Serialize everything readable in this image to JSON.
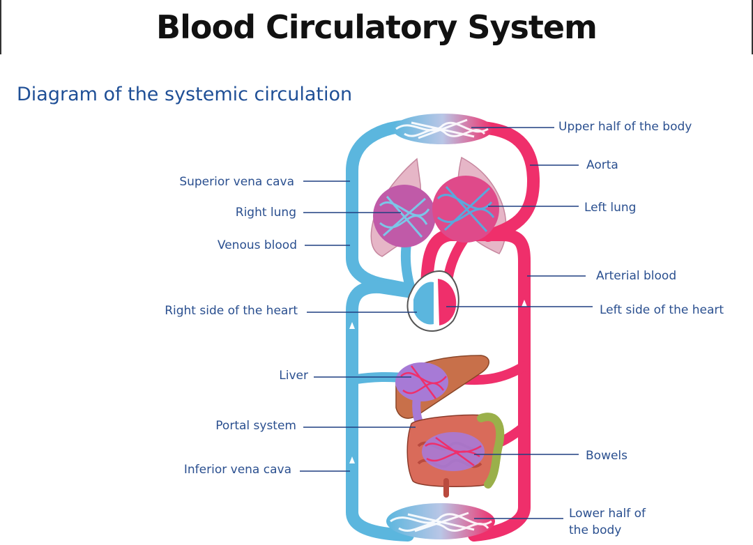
{
  "title": "Blood Circulatory System",
  "subtitle": "Diagram of the systemic circulation",
  "labels": {
    "upper_body": "Upper half of the body",
    "aorta": "Aorta",
    "superior_vena_cava": "Superior vena cava",
    "right_lung": "Right lung",
    "left_lung": "Left lung",
    "venous_blood": "Venous blood",
    "arterial_blood": "Arterial blood",
    "right_heart": "Right side of the heart",
    "left_heart": "Left side of the heart",
    "liver": "Liver",
    "portal_system": "Portal system",
    "bowels": "Bowels",
    "inferior_vena_cava": "Inferior vena cava",
    "lower_body_line1": "Lower half of",
    "lower_body_line2": "the body"
  },
  "colors": {
    "venous": "#5bb6de",
    "arterial": "#ef2f6b",
    "portal": "#a77ad6",
    "label_text": "#2a4f8f",
    "leader_line": "#1f3f80"
  }
}
